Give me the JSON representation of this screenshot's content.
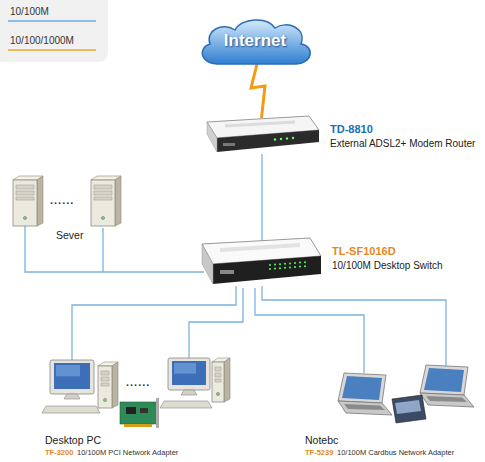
{
  "diagram": {
    "nodes": [
      {
        "text": [
          "Internet"
        ]
      },
      {
        "text": [
          "TD-8810",
          "External ADSL2+ Modem Router"
        ]
      },
      {
        "text": [
          "TL-SF1016D",
          "10/100M Desktop Switch"
        ]
      },
      {
        "text": [
          "Sever"
        ]
      },
      {
        "text": [
          "Desktop PC",
          "TF-3200",
          "10/100M PCI Network Adapter"
        ]
      },
      {
        "text": [
          "Notebc",
          "TF-5239",
          "10/100M Cardbus Network Adapter"
        ]
      }
    ],
    "edges": [
      {
        "from": 0,
        "to": 1,
        "arrow": "none"
      },
      {
        "from": 1,
        "to": 2,
        "arrow": "none"
      },
      {
        "from": 2,
        "to": 3,
        "arrow": "none"
      },
      {
        "from": 2,
        "to": 4,
        "arrow": "none"
      },
      {
        "from": 2,
        "to": 5,
        "arrow": "none"
      }
    ],
    "labels": [
      "......",
      "......"
    ],
    "legend": [
      {
        "text": "10/100M"
      },
      {
        "text": "10/100/1000M"
      }
    ]
  }
}
